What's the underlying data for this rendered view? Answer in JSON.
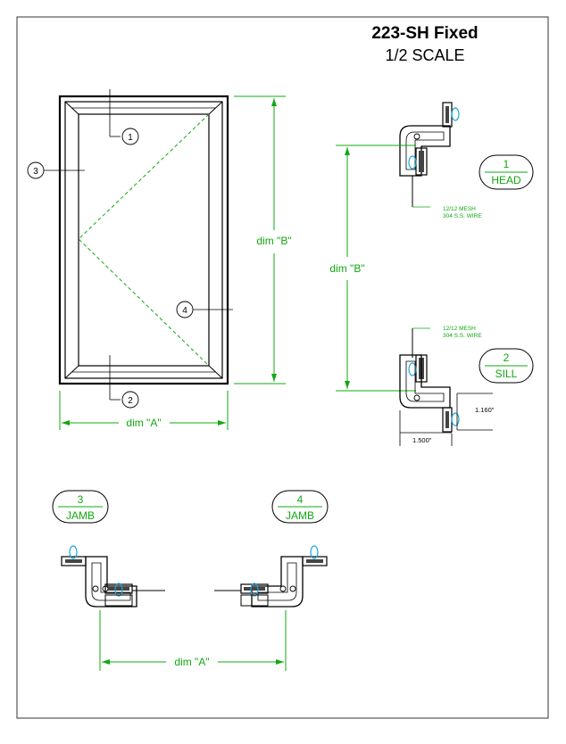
{
  "title": "223-SH Fixed",
  "scale": "1/2 SCALE",
  "colors": {
    "line": "#000000",
    "dimension": "#11a811",
    "glazing": "#19a7d8"
  },
  "elevation": {
    "callouts": [
      "1",
      "2",
      "3",
      "4"
    ],
    "dim_a": "dim \"A\"",
    "dim_b": "dim \"B\""
  },
  "details": {
    "head": {
      "number": "1",
      "name": "HEAD",
      "note_line1": "12/12 MESH",
      "note_line2": "304 S.S. WIRE"
    },
    "sill": {
      "number": "2",
      "name": "SILL",
      "note_line1": "12/12 MESH",
      "note_line2": "304 S.S. WIRE",
      "dim_height": "1.160\"",
      "dim_width": "1.500\""
    },
    "section_dim_b": "dim \"B\"",
    "jamb_left": {
      "number": "3",
      "name": "JAMB"
    },
    "jamb_right": {
      "number": "4",
      "name": "JAMB"
    },
    "jamb_dim_a": "dim \"A\""
  }
}
